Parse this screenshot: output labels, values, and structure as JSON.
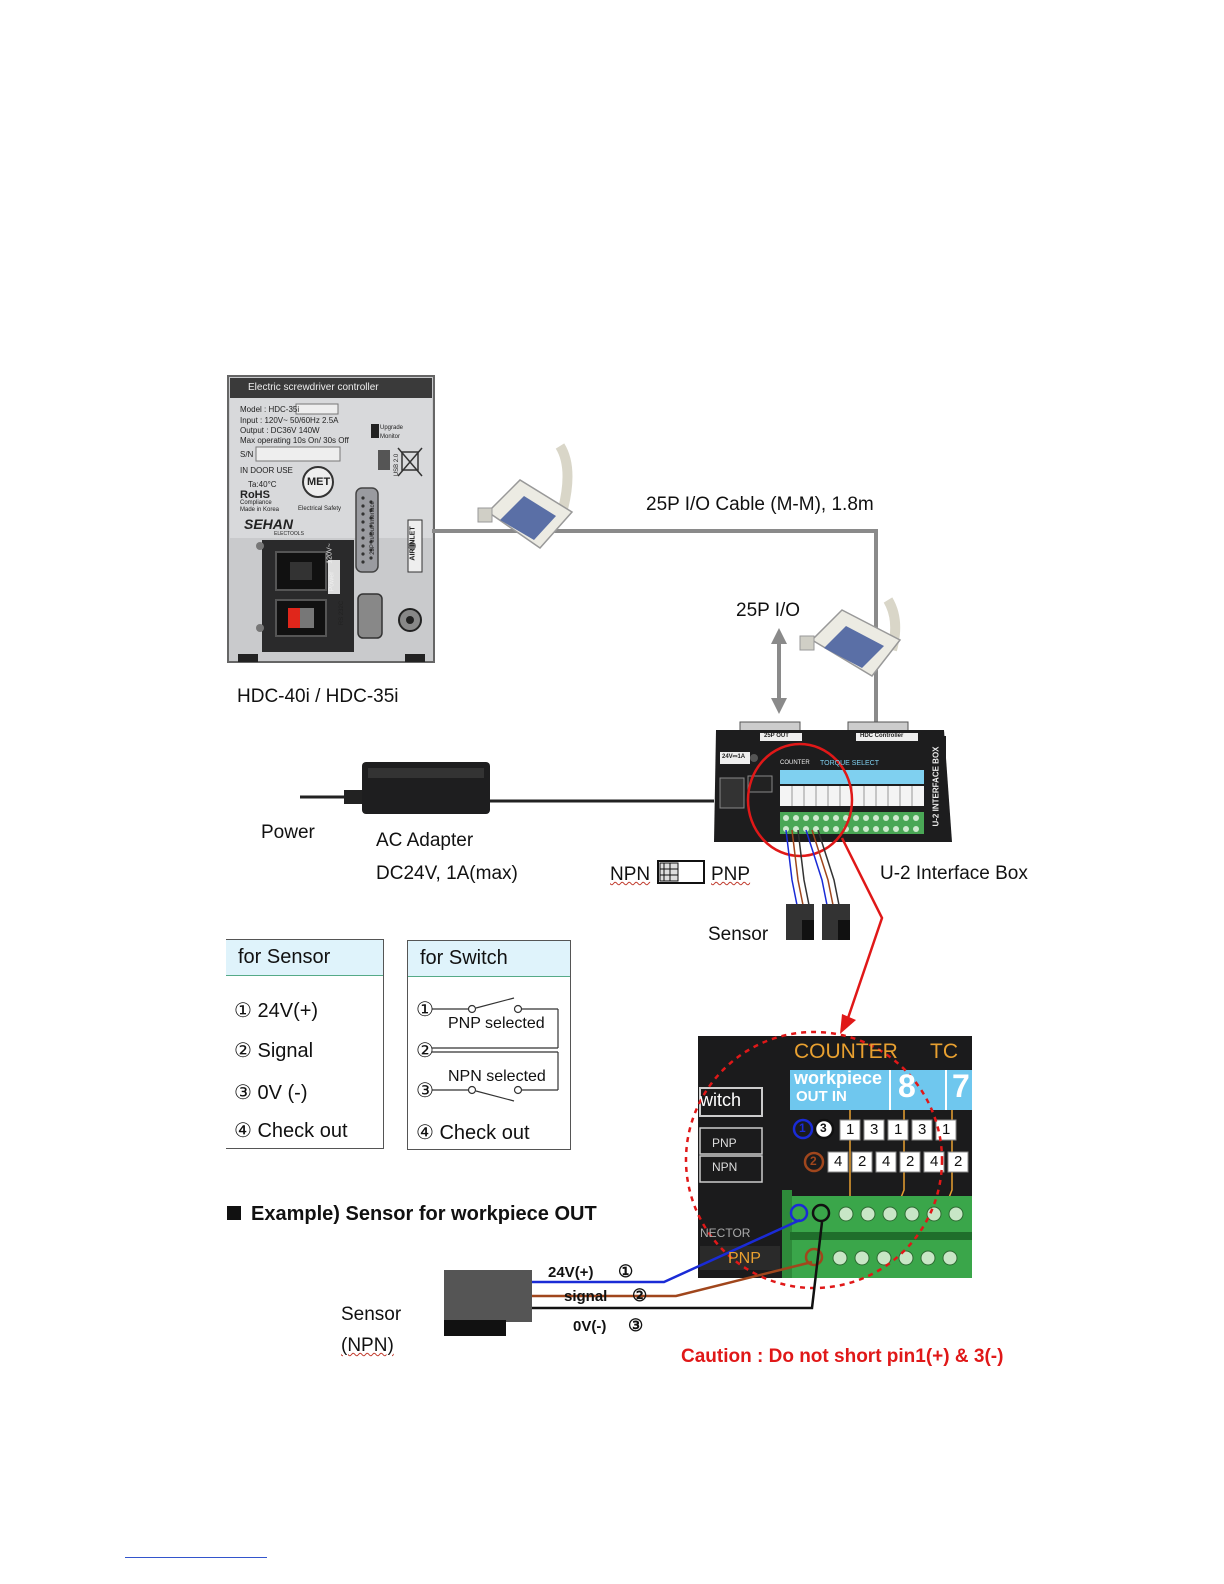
{
  "controller": {
    "title": "Electric screwdriver controller",
    "spec_lines": [
      "Model : HDC-35i",
      "Input : 120V~ 50/60Hz 2.5A",
      "Output : DC36V 140W",
      "Max operating 10s On/ 30s Off"
    ],
    "sn": "S/N",
    "indoor": "IN DOOR USE",
    "temp": "Ta:40°C",
    "rohs": "RoHS",
    "rohs_sub": "Compliance",
    "made": "Made in Korea",
    "met": "MET",
    "met_sub": "Electrical Safety",
    "brand": "SEHAN",
    "brand_sub": "ELECTOOLS",
    "usb": "USB 2.0",
    "upgrade": "Upgrade",
    "monitor": "Monitor",
    "interface": "25P In/Out Interface",
    "air_inlet": "AIR INLET",
    "power": "Power",
    "voltage": "120V~",
    "rs232": "RS 232C"
  },
  "labels": {
    "cable": "25P I/O Cable (M-M), 1.8m",
    "io": "25P I/O",
    "model": "HDC-40i / HDC-35i",
    "power": "Power",
    "adapter": "AC Adapter",
    "adapter_spec": "DC24V, 1A(max)",
    "npn": "NPN",
    "pnp": "PNP",
    "box": "U-2 Interface Box",
    "sensor": "Sensor",
    "sensor_npn_1": "Sensor",
    "sensor_npn_2": "(NPN)"
  },
  "interface_box": {
    "out": "25P OUT",
    "hdc": "HDC Controller",
    "side": "U-2 INTERFACE BOX",
    "supply": "24V⎓1A",
    "counter": "COUNTER",
    "torque": "TORQUE SELECT"
  },
  "legend_sensor": {
    "title": "for Sensor",
    "items": [
      "① 24V(+)",
      "② Signal",
      "③ 0V (-)",
      "④ Check out"
    ]
  },
  "legend_switch": {
    "title": "for Switch",
    "items": [
      "①",
      "②",
      "③",
      "④ Check out"
    ],
    "pnp_selected": "PNP selected",
    "npn_selected": "NPN selected"
  },
  "example": {
    "title": "Example) Sensor for workpiece OUT",
    "wire1": "24V(+)",
    "wire1_num": "①",
    "wire2": "signal",
    "wire2_num": "②",
    "wire3": "0V(-)",
    "wire3_num": "③",
    "caution": "Caution : Do not short pin1(+) & 3(-)"
  },
  "zoom": {
    "counter": "COUNTER",
    "tc": "TC",
    "workpiece": "workpiece",
    "out_in": "OUT IN",
    "n8": "8",
    "n7": "7",
    "switch": "witch",
    "pnp": "PNP",
    "npn": "NPN",
    "sector": "NECTOR",
    "pnp2": "PNP",
    "row1": [
      "1",
      "3",
      "1",
      "3",
      "1"
    ],
    "row2": [
      "4",
      "2",
      "4",
      "2",
      "4",
      "2"
    ],
    "pin1": "1",
    "pin2": "2",
    "pin3": "3"
  },
  "colors": {
    "red": "#e01818",
    "blue": "#1a2bd6",
    "brown": "#a0461c",
    "cable_gray": "#8a8a8a",
    "board_green": "#3aa64a",
    "legend_head": "#dff3fb"
  }
}
